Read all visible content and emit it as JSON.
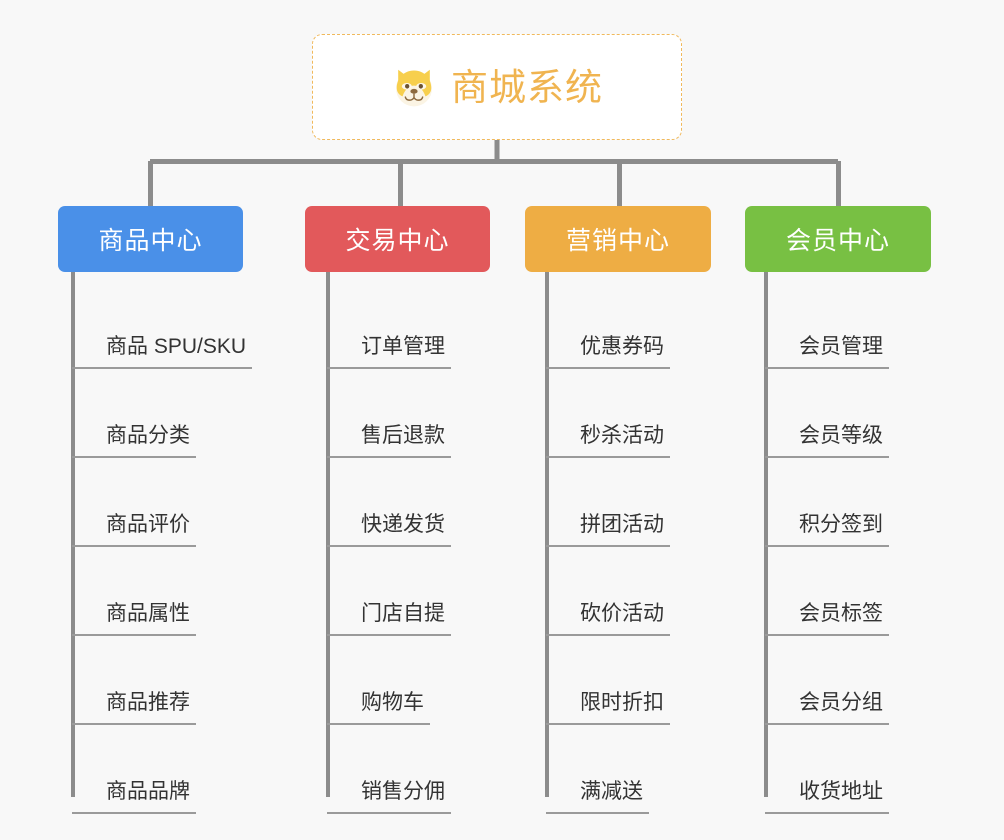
{
  "root": {
    "title": "商城系统",
    "icon": "dog-face-icon",
    "text_color": "#f0b450",
    "border_color": "#f0b95c",
    "background": "#ffffff"
  },
  "canvas": {
    "background": "#f8f8f8",
    "connector_color": "#8c8c8c"
  },
  "branches": [
    {
      "label": "商品中心",
      "color": "#4a90e8",
      "items": [
        "商品 SPU/SKU",
        "商品分类",
        "商品评价",
        "商品属性",
        "商品推荐",
        "商品品牌"
      ]
    },
    {
      "label": "交易中心",
      "color": "#e2595b",
      "items": [
        "订单管理",
        "售后退款",
        "快递发货",
        "门店自提",
        "购物车",
        "销售分佣"
      ]
    },
    {
      "label": "营销中心",
      "color": "#eead44",
      "items": [
        "优惠券码",
        "秒杀活动",
        "拼团活动",
        "砍价活动",
        "限时折扣",
        "满减送"
      ]
    },
    {
      "label": "会员中心",
      "color": "#78c043",
      "items": [
        "会员管理",
        "会员等级",
        "积分签到",
        "会员标签",
        "会员分组",
        "收货地址"
      ]
    }
  ]
}
